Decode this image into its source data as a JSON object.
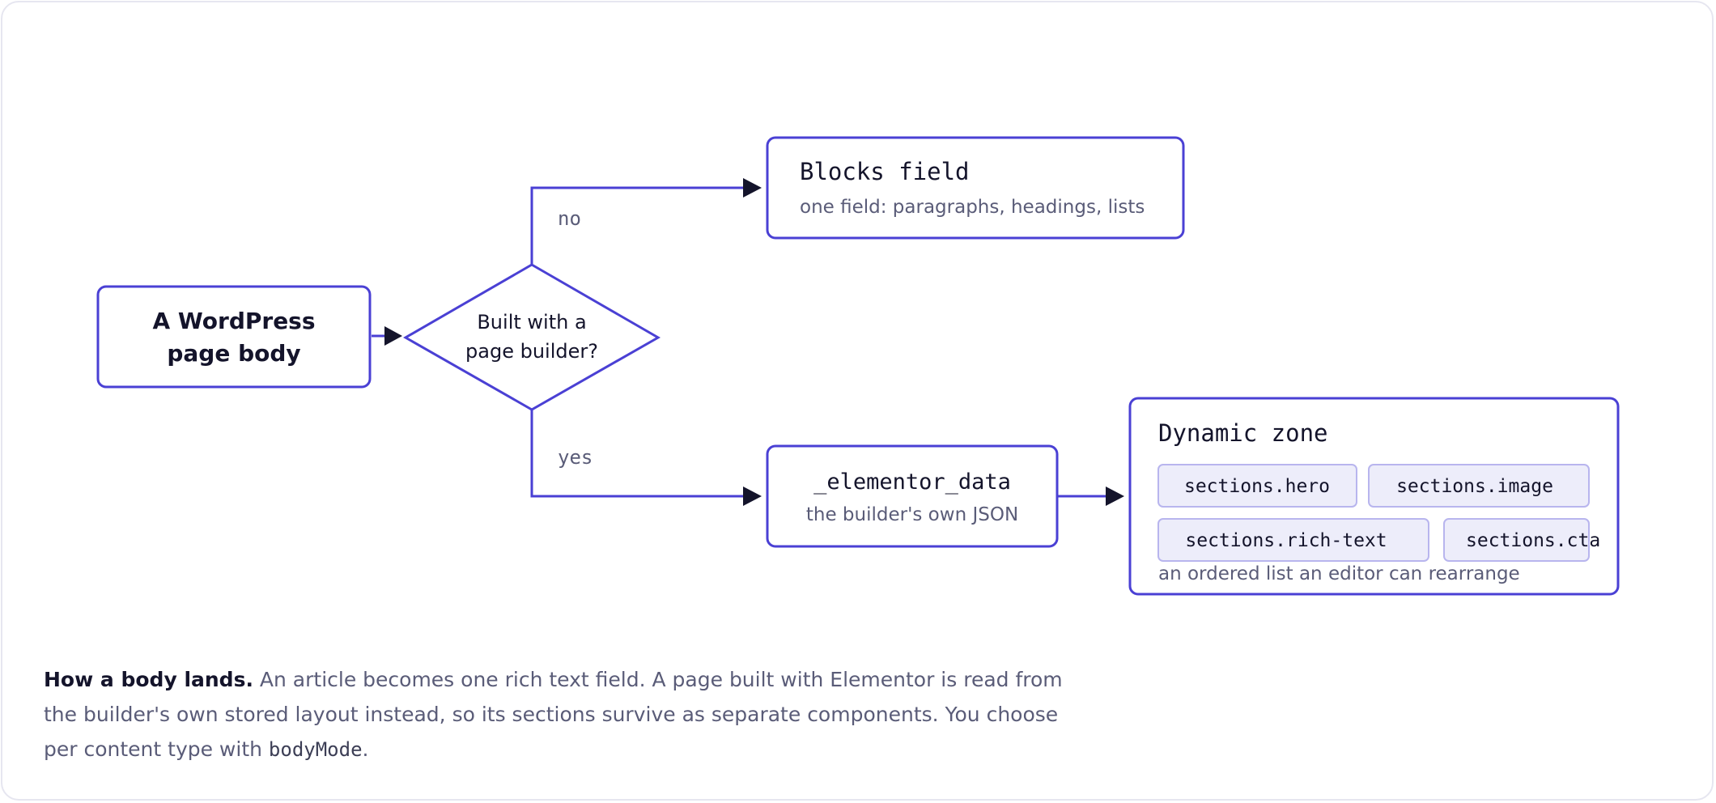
{
  "diagram": {
    "start": {
      "line1": "A WordPress",
      "line2": "page body"
    },
    "decision": {
      "line1": "Built with a",
      "line2": "page builder?"
    },
    "edge_no": "no",
    "edge_yes": "yes",
    "blocks": {
      "title": "Blocks field",
      "subtitle": "one field: paragraphs, headings, lists"
    },
    "elementor": {
      "title": "_elementor_data",
      "subtitle": "the builder's own JSON"
    },
    "dynamic_zone": {
      "title": "Dynamic zone",
      "chips": [
        "sections.hero",
        "sections.image",
        "sections.rich-text",
        "sections.cta"
      ],
      "subtitle": "an ordered list an editor can rearrange"
    }
  },
  "caption": {
    "lead": "How a body lands.",
    "text_before": " An article becomes one rich text field. A page built with Elementor is read from the builder's own stored layout instead, so its sections survive as separate components. You choose per content type with ",
    "code": "bodyMode",
    "text_after": "."
  },
  "colors": {
    "accent": "#4a40d4",
    "chip_fill": "#ededfa",
    "chip_border": "#b8b5ee",
    "text": "#14142b",
    "muted": "#5a5c78"
  }
}
